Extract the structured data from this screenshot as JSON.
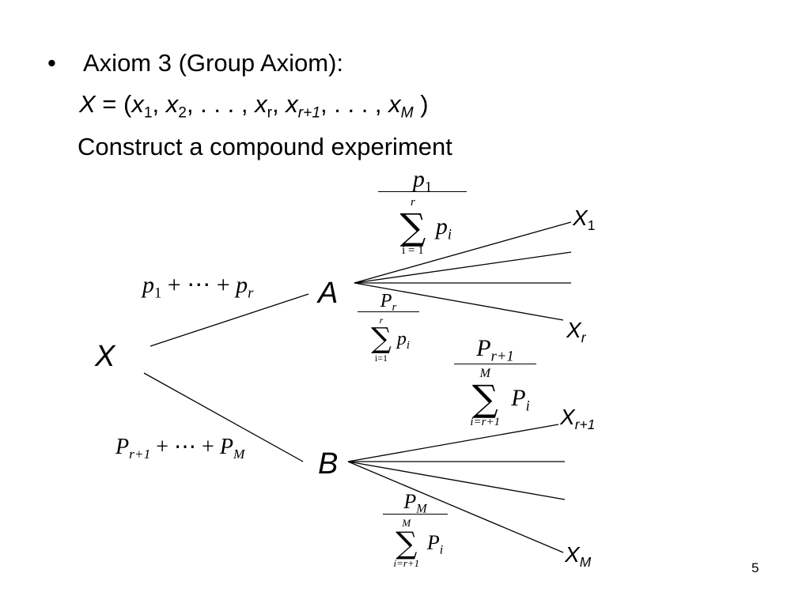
{
  "bullet": "•",
  "axiom_title": "Axiom 3 (Group Axiom):",
  "set_def": {
    "X": "X",
    "eq": " = (",
    "x": "x",
    "s1": "1",
    "s2": "2",
    "sr": "r",
    "sr1": "r+1",
    "sM": "M",
    "sep_comma": ", ",
    "dots": ", . . . , ",
    "close": " )"
  },
  "construct_text": "Construct a compound experiment",
  "root_label": "X",
  "node_a": "A",
  "node_b": "B",
  "branch_a_prob": {
    "p": "p",
    "s1": "1",
    "mid": " + ⋯ + ",
    "sr": "r"
  },
  "branch_b_prob": {
    "P": "P",
    "s1": "r+1",
    "mid": " + ⋯ + ",
    "sM": "M"
  },
  "frac_a_top": {
    "num_sym": "p",
    "num_sub": "1",
    "sum_top": "r",
    "sum_body": "p",
    "sum_sub": "i",
    "sum_bottom": "i = 1"
  },
  "frac_a_bottom": {
    "num_sym": "P",
    "num_sub": "r",
    "sum_top": "r",
    "sum_body": "p",
    "sum_sub": "i",
    "sum_bottom": "i=1"
  },
  "frac_b_top": {
    "num_sym": "P",
    "num_sub": "r+1",
    "sum_top": "M",
    "sum_body": "P",
    "sum_sub": "i",
    "sum_bottom": "i=r+1"
  },
  "frac_b_bottom": {
    "num_sym": "P",
    "num_sub": "M",
    "sum_top": "M",
    "sum_body": "P",
    "sum_sub": "i",
    "sum_bottom": "i=r+1"
  },
  "leaf_x1": {
    "X": "X",
    "sub": "1"
  },
  "leaf_xr": {
    "X": "X",
    "sub": "r"
  },
  "leaf_xr1": {
    "X": "X",
    "sub": "r+1"
  },
  "leaf_xM": {
    "X": "X",
    "sub": "M"
  },
  "page_number": "5"
}
